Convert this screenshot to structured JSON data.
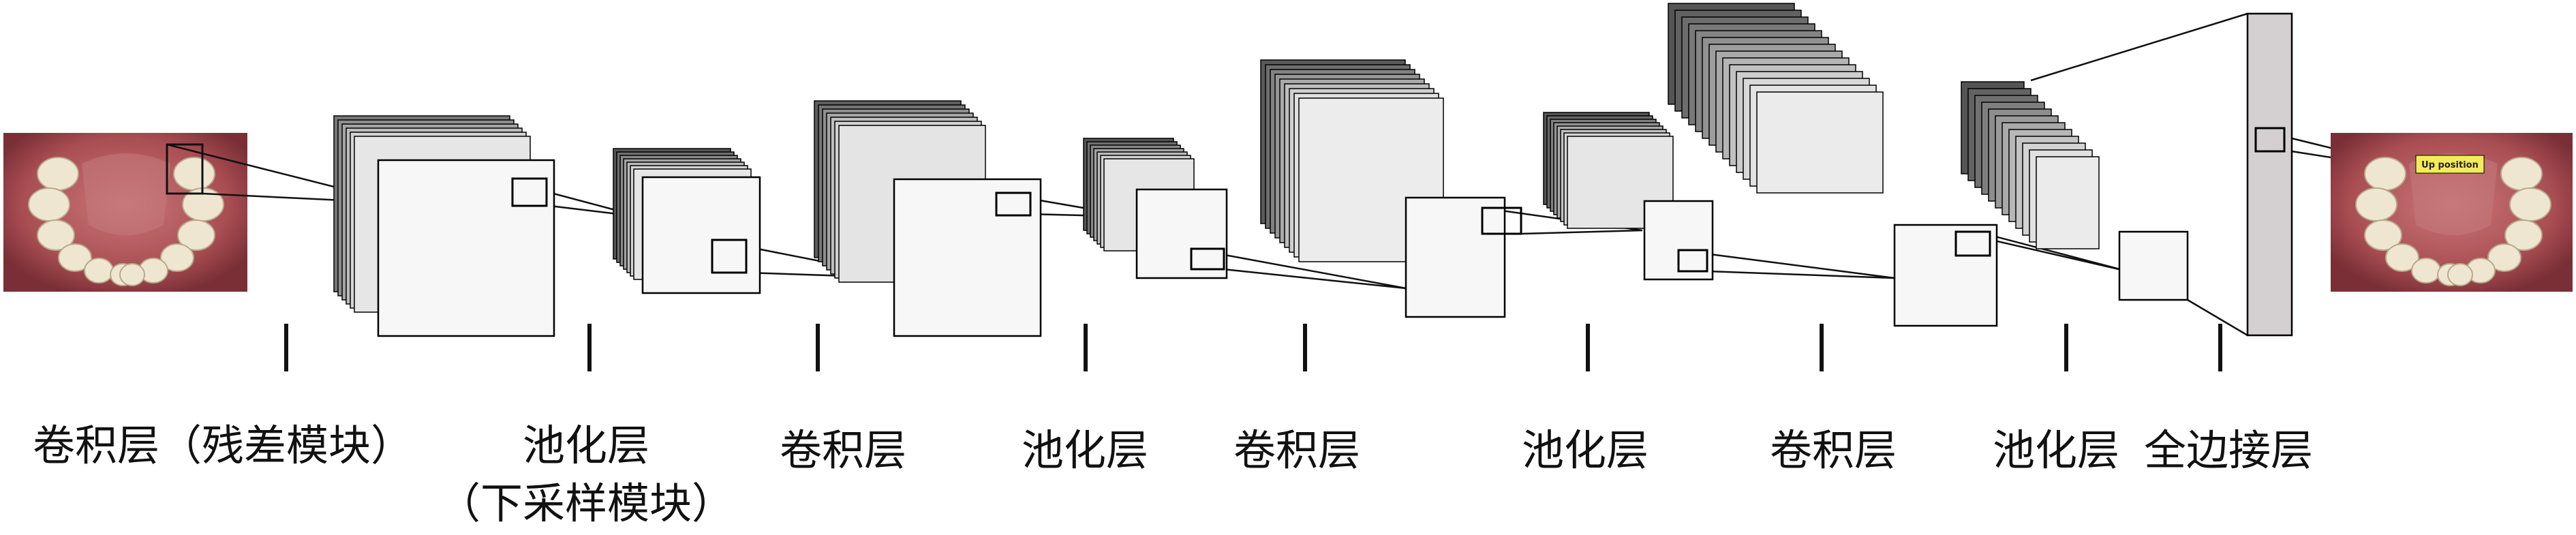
{
  "layers": [
    {
      "label": "卷积层（残差模块）"
    },
    {
      "label": "池化层",
      "sublabel": "（下采样模块）"
    },
    {
      "label": "卷积层"
    },
    {
      "label": "池化层"
    },
    {
      "label": "卷积层"
    },
    {
      "label": "池化层"
    },
    {
      "label": "卷积层"
    },
    {
      "label": "池化层"
    },
    {
      "label": "全边接层"
    }
  ],
  "output_image": {
    "tag": "Up position"
  },
  "colors": {
    "photo_bg": "#b55a5c",
    "tooth": "#efe6d2",
    "front_face": "#f7f7f7",
    "sheet_light": "#ebebeb",
    "sheet_dark": "#5a5a5a",
    "fc_face": "#d4d0d1",
    "tag_bg": "#f2ec5a"
  }
}
